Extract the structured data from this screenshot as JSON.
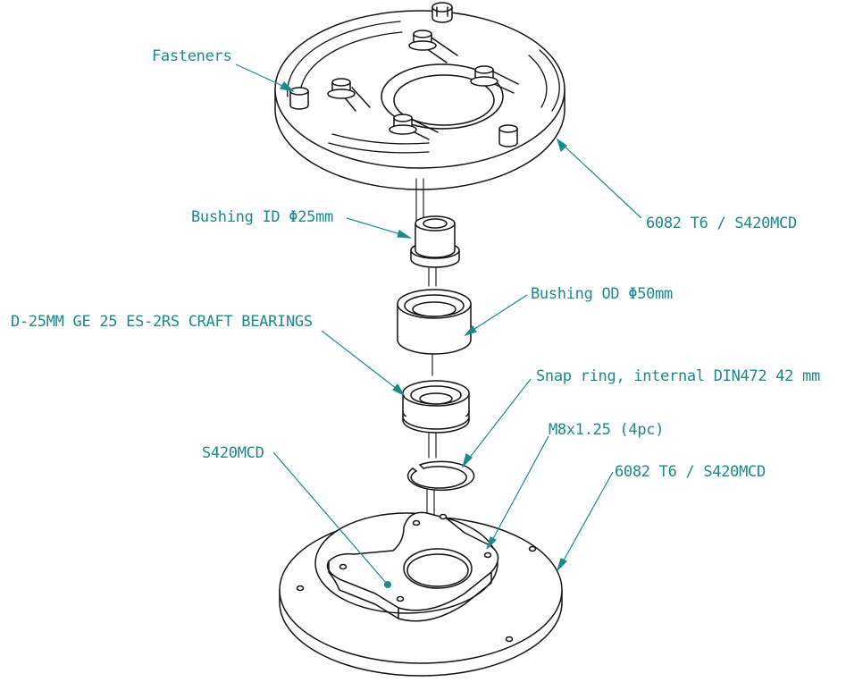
{
  "diagram": {
    "accent_color": "#1b8a8a",
    "line_color": "#111111",
    "callouts": {
      "fasteners": "Fasteners",
      "top_plate": "6082 T6 / S420MCD",
      "bushing_id": "Bushing ID Φ25mm",
      "bushing_od": "Bushing OD Φ50mm",
      "bearings": "D-25MM GE 25 ES-2RS CRAFT BEARINGS",
      "snap_ring": "Snap ring, internal DIN472 42 mm",
      "bolts": "M8x1.25 (4pc)",
      "bottom_plate": "6082 T6 / S420MCD",
      "arm_plate": "S420MCD"
    }
  }
}
